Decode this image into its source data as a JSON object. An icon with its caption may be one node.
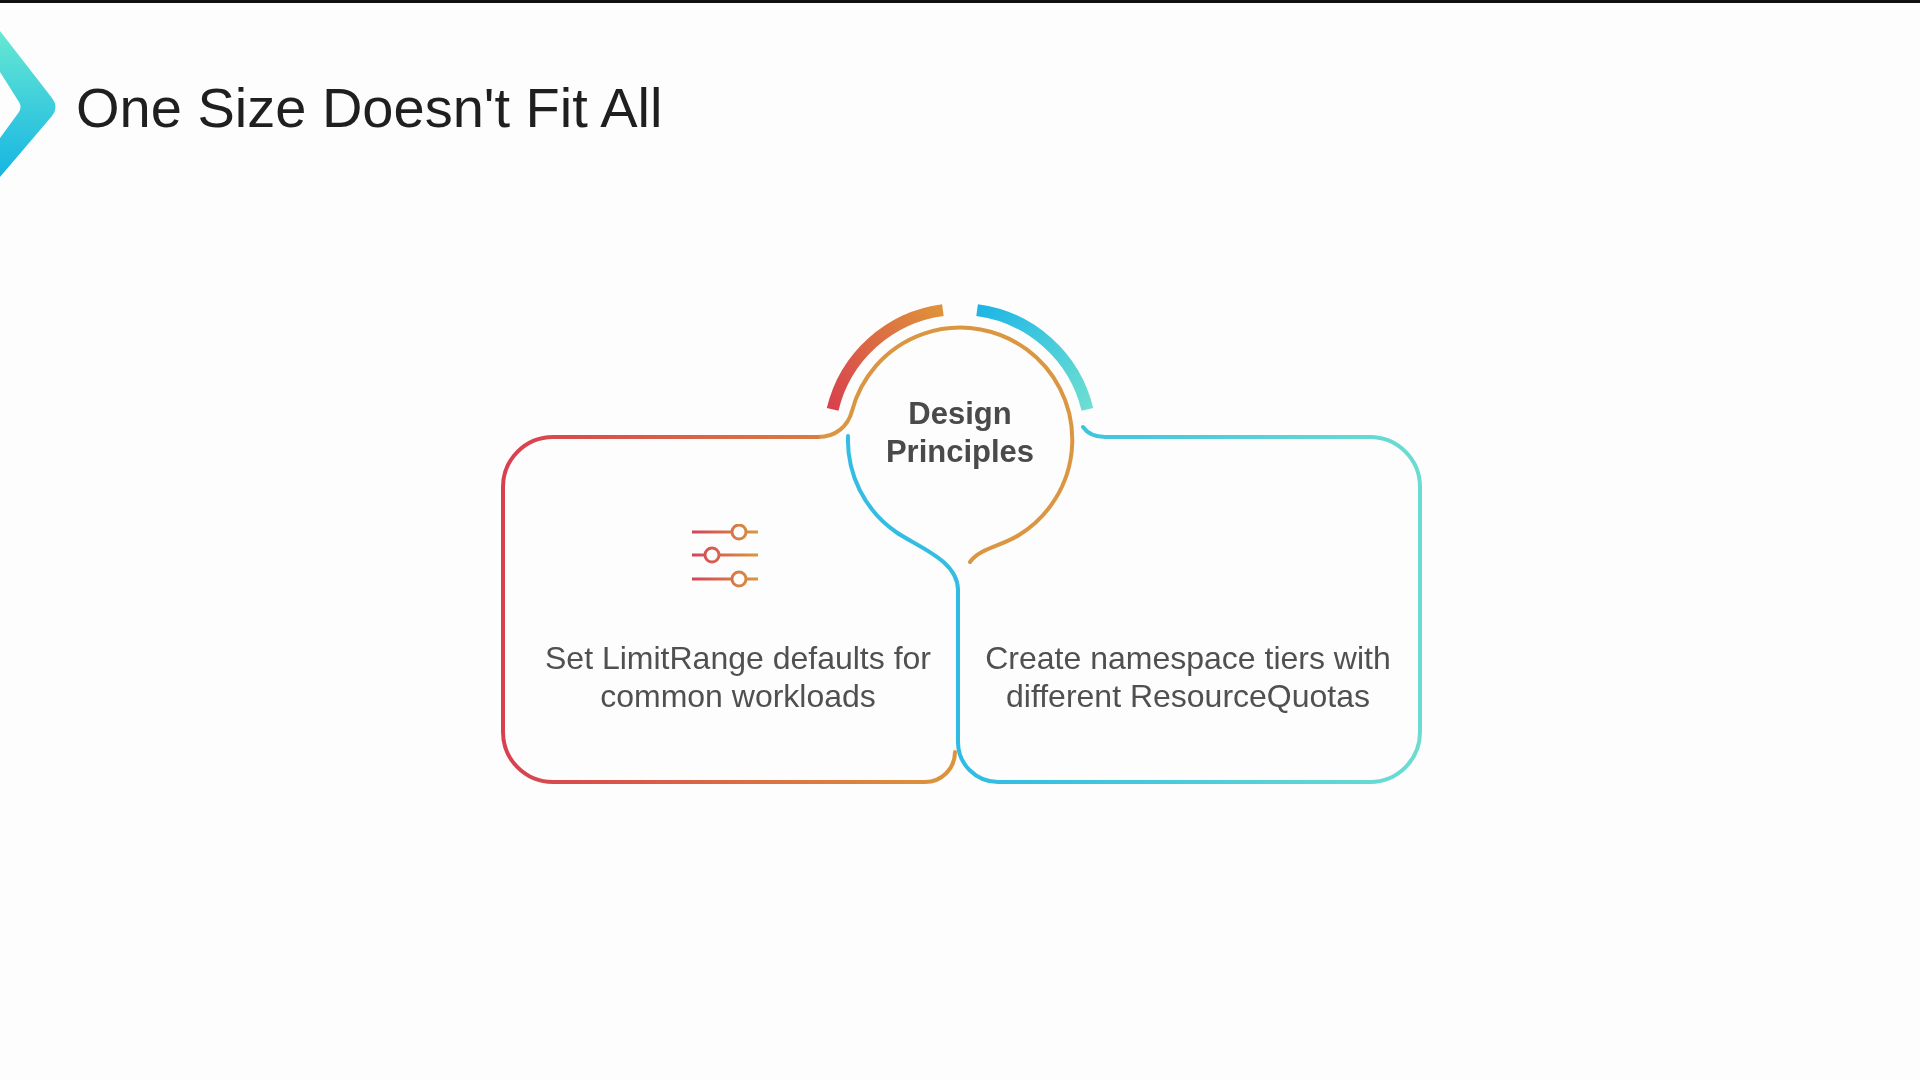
{
  "diagram": {
    "title": "One Size Doesn't Fit All",
    "nodes": [
      {
        "text": [
          "Design Principles"
        ]
      },
      {
        "text": [
          "Set LimitRange defaults for common workloads"
        ]
      },
      {
        "text": [
          "Create namespace tiers with different ResourceQuotas"
        ]
      }
    ]
  }
}
